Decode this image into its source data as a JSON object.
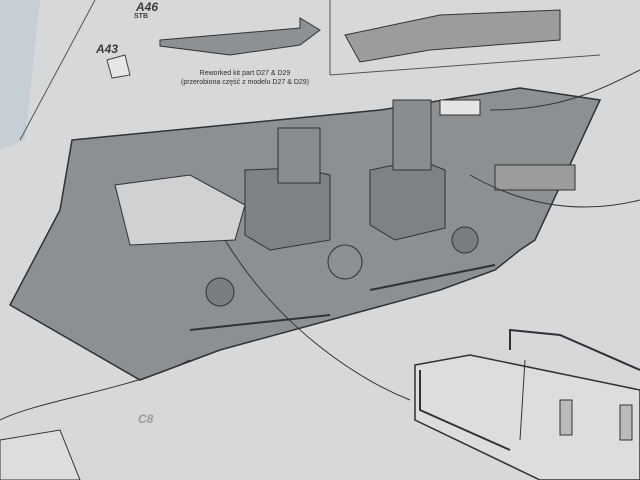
{
  "labels": {
    "a46": "A46",
    "stb": "STB",
    "a43": "A43",
    "c8": "C8"
  },
  "caption": {
    "line1": "Reworked kit part D27 & D29",
    "line2": "(przerobiona część z modelu D27 & D29)"
  },
  "colors": {
    "paper": "#dcdedf",
    "hull": "#8f9294",
    "line": "#2f3236"
  }
}
